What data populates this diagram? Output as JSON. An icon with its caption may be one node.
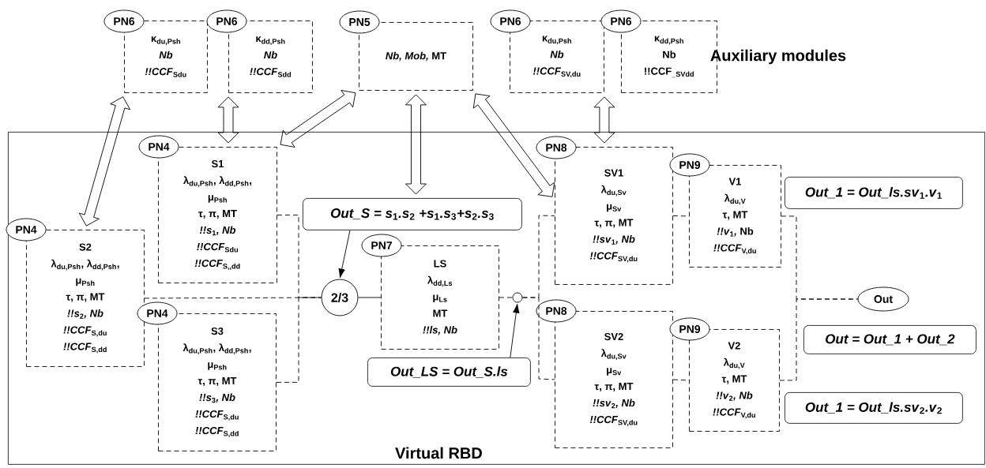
{
  "diagram": {
    "nodes": [
      {
        "text": [
          "PN6"
        ]
      },
      {
        "text": [
          "κ$_{du,Psh}$",
          "Nb",
          "*!!CCF*$_{Sdu}$"
        ]
      },
      {
        "text": [
          "PN6"
        ]
      },
      {
        "text": [
          "κ$_{dd,Psh}$",
          "Nb",
          "*!!CCF*$_{Sdd}$"
        ]
      },
      {
        "text": [
          "PN5"
        ]
      },
      {
        "text": [
          "*Nb, Mob,* MT"
        ]
      },
      {
        "text": [
          "PN6"
        ]
      },
      {
        "text": [
          "κ$_{du,Psh}$",
          "Nb",
          "*!!CCF*$_{SV,du}$"
        ]
      },
      {
        "text": [
          "PN6"
        ]
      },
      {
        "text": [
          "κ$_{dd,Psh}$",
          "Nb",
          "!!CCF$_{_SVdd}$"
        ]
      },
      {
        "text": [
          "Virtual RBD"
        ]
      },
      {
        "text": [
          "PN4"
        ],
        "in": 10
      },
      {
        "text": [
          "S1",
          "λ$_{du,Psh}$, λ$_{dd,Psh}$,",
          "μ$_{Psh}$",
          "τ, π, MT",
          "*!!s*$_{1}$*, Nb*",
          "*!!CCF*$_{Sdu}$",
          "*!!CCF*$_{S,,dd}$"
        ],
        "in": 10
      },
      {
        "text": [
          "*Out_S = s*$_{1}$*.s*$_{2}$ *+s*$_{1}$*.s*$_{3}$*+s*$_{2}$*.s*$_{3}$"
        ],
        "in": 10
      },
      {
        "text": [
          "PN8"
        ],
        "in": 10
      },
      {
        "text": [
          "SV1",
          "λ$_{du,Sv}$",
          "μ$_{Sv}$",
          "τ, π, MT",
          "*!!sv*$_{1}$*, Nb*",
          "*!!CCF*$_{SV,du}$"
        ],
        "in": 10
      },
      {
        "text": [
          "PN9"
        ],
        "in": 10
      },
      {
        "text": [
          "V1",
          "λ$_{du,V}$",
          "τ, MT",
          "*!!v*$_{1}$*,* Nb",
          "*!!CCF*$_{V,du}$"
        ],
        "in": 10
      },
      {
        "text": [
          "*Out_1 = Out_ls.sv*$_{1}$*.v*$_{1}$"
        ],
        "in": 10
      },
      {
        "text": [
          "PN4"
        ],
        "in": 10
      },
      {
        "text": [
          "S2",
          "λ$_{du,Psh}$, λ$_{dd,Psh}$,",
          "μ$_{Psh}$",
          "τ, π, MT",
          "*!!s*$_{2}$*, Nb*",
          "*!!CCF*$_{S,du}$",
          "*!!CCF*$_{S,dd}$"
        ],
        "in": 10
      },
      {
        "text": [
          "2/3"
        ],
        "in": 10
      },
      {
        "text": [
          "PN7"
        ],
        "in": 10
      },
      {
        "text": [
          "LS",
          "λ$_{dd,Ls}$",
          "μ$_{Ls}$",
          "MT",
          "!!ls, Nb"
        ],
        "in": 10
      },
      {
        "text": [],
        "shape": "circle",
        "in": 10
      },
      {
        "text": [
          "PN4"
        ],
        "in": 10
      },
      {
        "text": [
          "S3",
          "λ$_{du,Psh}$, λ$_{dd,Psh}$,",
          "μ$_{Psh}$",
          "τ, π, MT",
          "*!!s*$_{3}$*, Nb*",
          "*!!CCF*$_{S,du}$",
          "*!!CCF*$_{S,dd}$"
        ],
        "in": 10
      },
      {
        "text": [
          "Out_LS = Out_S.ls"
        ],
        "in": 10
      },
      {
        "text": [
          "PN8"
        ],
        "in": 10
      },
      {
        "text": [
          "SV2",
          "λ$_{du,Sv}$",
          "μ$_{Sv}$",
          "τ, π, MT",
          "*!!sv*$_{2}$*, Nb*",
          "*!!CCF*$_{SV,du}$"
        ],
        "in": 10
      },
      {
        "text": [
          "PN9"
        ],
        "in": 10
      },
      {
        "text": [
          "V2",
          "λ$_{du,V}$",
          "τ, MT",
          "*!!v*$_{2}$*, Nb*",
          "*!!CCF*$_{V,du}$"
        ],
        "in": 10
      },
      {
        "text": [
          "Out"
        ],
        "in": 10
      },
      {
        "text": [
          "Out = Out_1 + Out_2"
        ],
        "in": 10
      },
      {
        "text": [
          "*Out_1 = Out_ls.sv*$_{2}$*.v*$_{2}$"
        ],
        "in": 10
      }
    ],
    "edges": [
      {
        "from": 1,
        "to": 20,
        "arrow": "both",
        "style": "thick"
      },
      {
        "from": 3,
        "to": 12,
        "arrow": "both",
        "style": "thick"
      },
      {
        "from": 5,
        "to": 12,
        "arrow": "both",
        "style": "thick"
      },
      {
        "from": 5,
        "to": 13,
        "arrow": "both",
        "style": "thick"
      },
      {
        "from": 5,
        "to": 15,
        "arrow": "both",
        "style": "thick"
      },
      {
        "from": 7,
        "to": 15,
        "arrow": "both",
        "style": "thick"
      },
      {
        "from": 12,
        "to": 21,
        "arrow": "none",
        "style": "dashed"
      },
      {
        "from": 20,
        "to": 21,
        "arrow": "none",
        "style": "dashed"
      },
      {
        "from": 26,
        "to": 21,
        "arrow": "none",
        "style": "dashed"
      },
      {
        "from": 13,
        "to": 21,
        "arrow": "to"
      },
      {
        "from": 21,
        "to": 23,
        "arrow": "none"
      },
      {
        "from": 23,
        "to": 24,
        "arrow": "none",
        "style": "dashed"
      },
      {
        "from": 27,
        "to": 24,
        "arrow": "to"
      },
      {
        "from": 24,
        "to": 15,
        "arrow": "none",
        "style": "dashed"
      },
      {
        "from": 24,
        "to": 29,
        "arrow": "none",
        "style": "dashed"
      },
      {
        "from": 15,
        "to": 17,
        "arrow": "none",
        "style": "dashed"
      },
      {
        "from": 29,
        "to": 31,
        "arrow": "none",
        "style": "dashed"
      },
      {
        "from": 17,
        "to": 32,
        "arrow": "none",
        "style": "dashed"
      },
      {
        "from": 31,
        "to": 32,
        "arrow": "none",
        "style": "dashed"
      }
    ],
    "labels": [
      "Auxiliary modules"
    ]
  }
}
